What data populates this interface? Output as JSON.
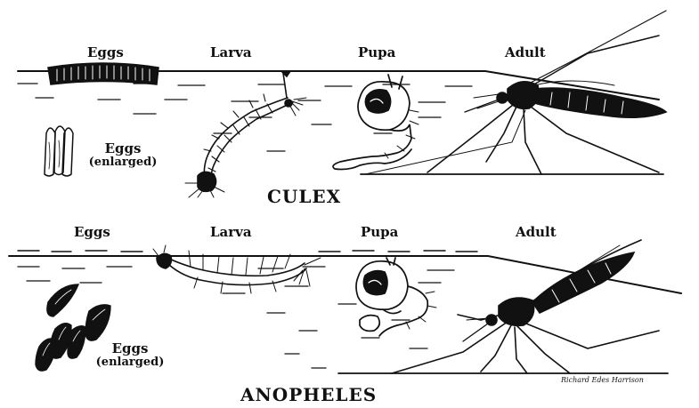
{
  "culex": {
    "genus": "CULEX",
    "eggs_label": "Eggs",
    "larva_label": "Larva",
    "pupa_label": "Pupa",
    "adult_label": "Adult",
    "eggs_enlarged_label": "Eggs",
    "enlarged_note": "(enlarged)"
  },
  "anopheles": {
    "genus": "ANOPHELES",
    "eggs_label": "Eggs",
    "larva_label": "Larva",
    "pupa_label": "Pupa",
    "adult_label": "Adult",
    "eggs_enlarged_label": "Eggs",
    "enlarged_note": "(enlarged)"
  },
  "signature": "Richard Edes Harrison",
  "colors": {
    "ink": "#111111",
    "paper": "#ffffff"
  }
}
